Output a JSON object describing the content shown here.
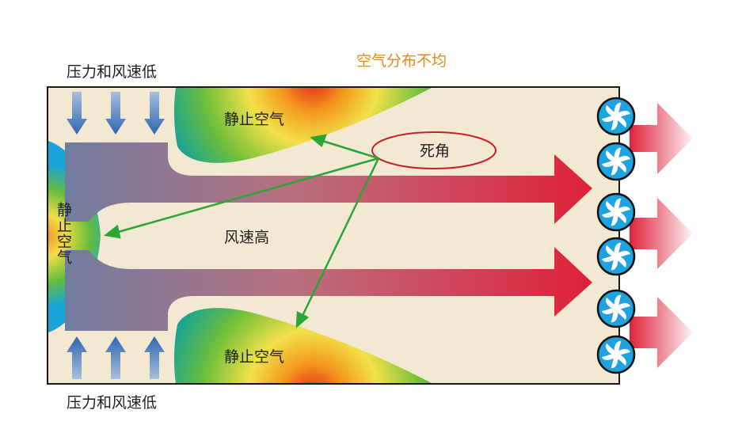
{
  "title": "空气分布不均",
  "labels": {
    "inlet_top": "压力和风速低",
    "inlet_bottom": "压力和风速低",
    "still_air_top": "静止空气",
    "still_air_bottom": "静止空气",
    "still_air_left": "静止空气",
    "high_speed": "风速高",
    "dead_corner": "死角"
  },
  "colors": {
    "room_fill": "#f3e9d2",
    "room_border": "#1a1a1a",
    "arrow_start": "#6b7ea3",
    "arrow_end": "#e0203a",
    "inlet_arrow": "#3a6fb5",
    "pointer": "#2aa637",
    "dead_corner_ring": "#c8202a",
    "fan_fill": "#1fa3e0",
    "title": "#e08a1c"
  },
  "icons": {
    "fan": "fan-icon",
    "inlet": "down-arrow-icon"
  }
}
